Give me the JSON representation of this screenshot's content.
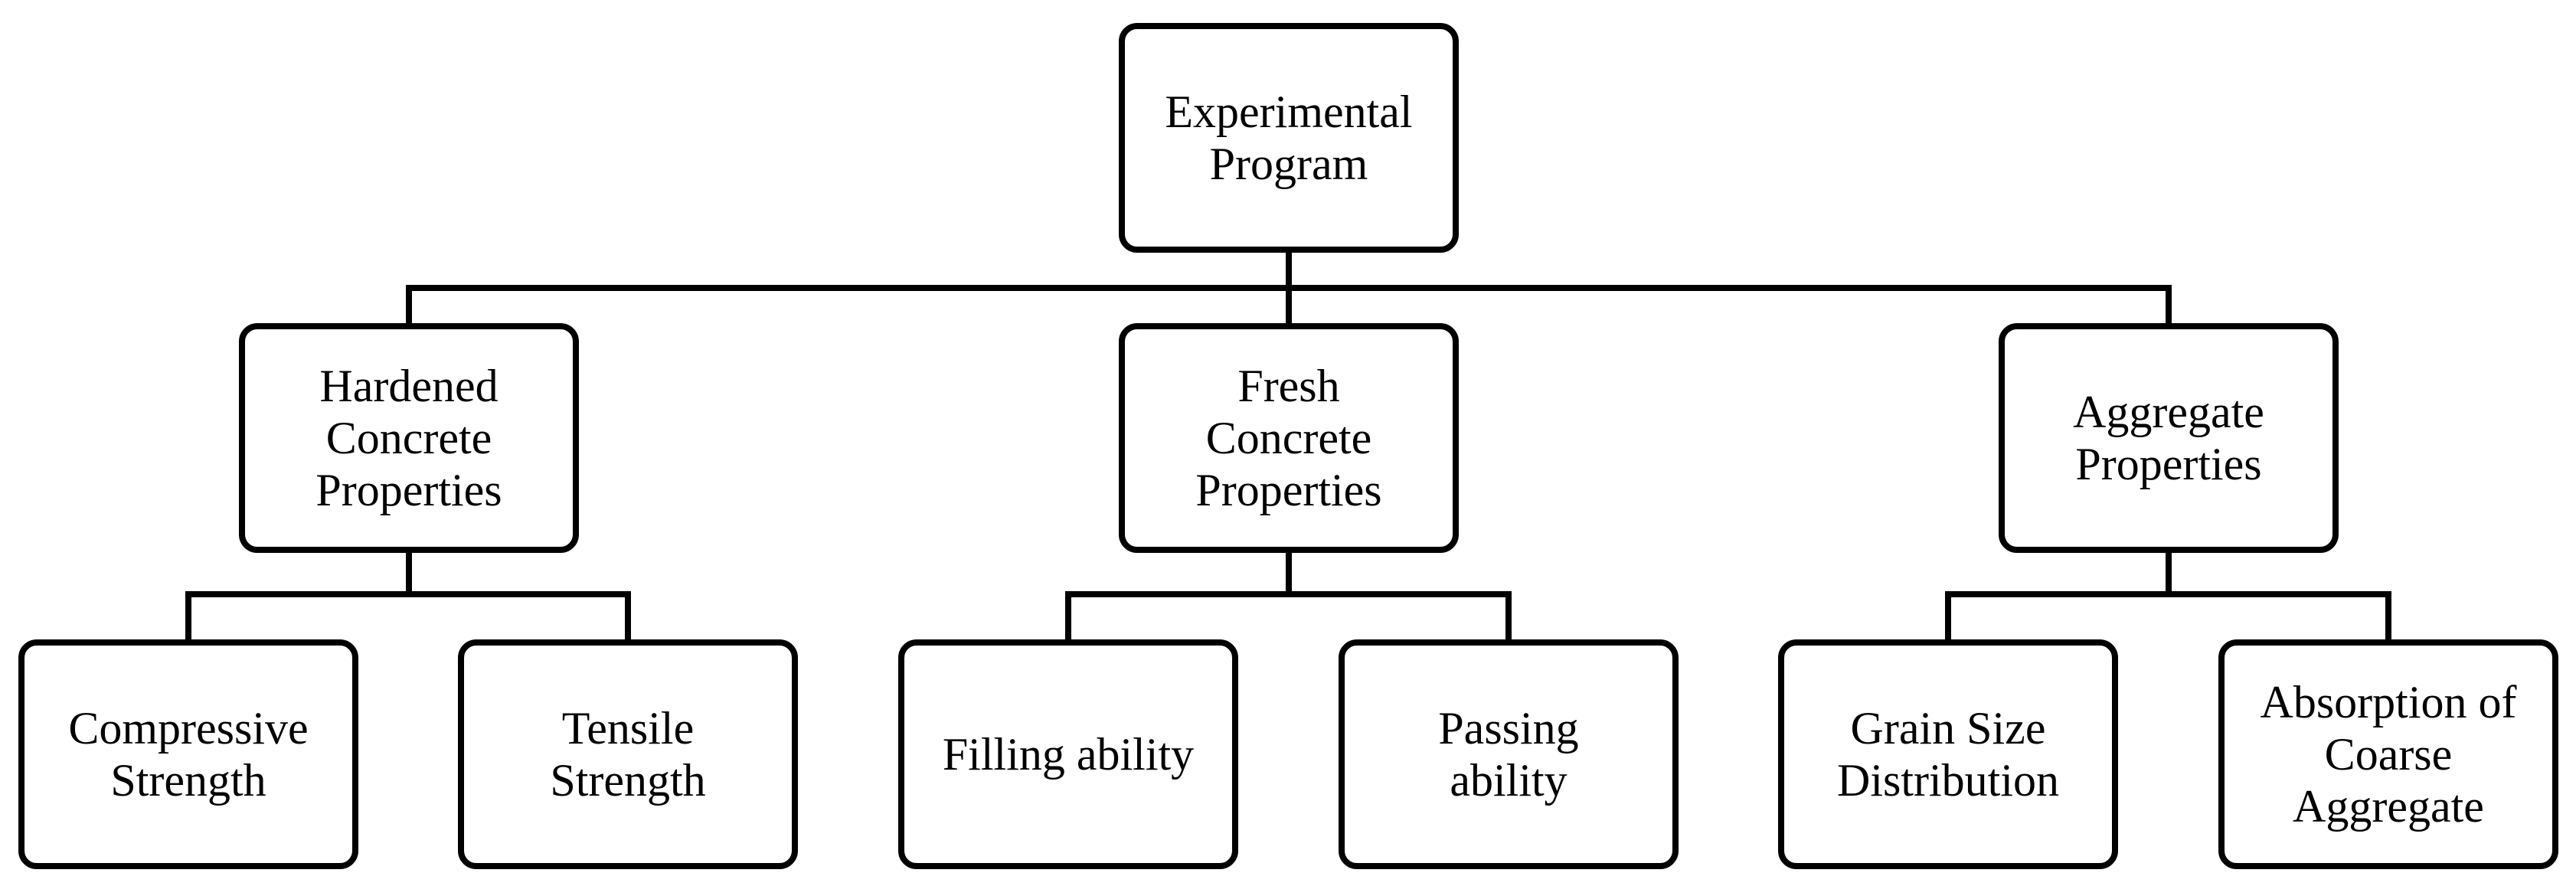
{
  "diagram": {
    "root": {
      "label": "Experimental\nProgram"
    },
    "categories": [
      {
        "label": "Hardened\nConcrete\nProperties",
        "children": [
          {
            "label": "Compressive\nStrength"
          },
          {
            "label": "Tensile\nStrength"
          }
        ]
      },
      {
        "label": "Fresh\nConcrete\nProperties",
        "children": [
          {
            "label": "Filling ability"
          },
          {
            "label": "Passing\nability"
          }
        ]
      },
      {
        "label": "Aggregate\nProperties",
        "children": [
          {
            "label": "Grain Size\nDistribution"
          },
          {
            "label": "Absorption of\nCoarse\nAggregate"
          }
        ]
      }
    ]
  }
}
